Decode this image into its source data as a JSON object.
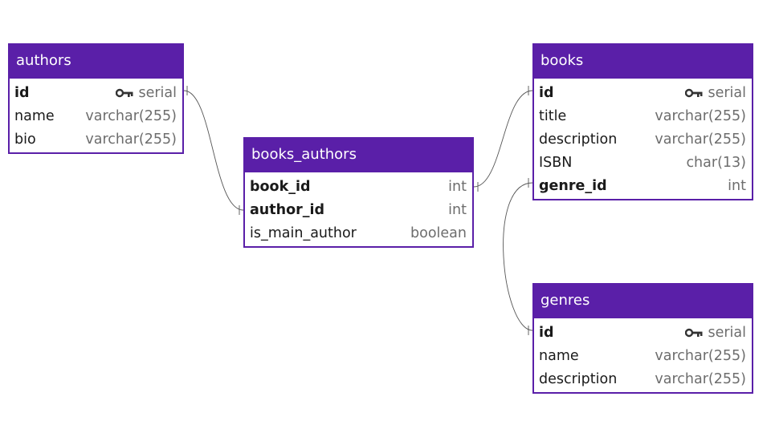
{
  "tables": {
    "authors": {
      "title": "authors",
      "rows": [
        {
          "name": "id",
          "type": "serial"
        },
        {
          "name": "name",
          "type": "varchar(255)"
        },
        {
          "name": "bio",
          "type": "varchar(255)"
        }
      ]
    },
    "books_authors": {
      "title": "books_authors",
      "rows": [
        {
          "name": "book_id",
          "type": "int"
        },
        {
          "name": "author_id",
          "type": "int"
        },
        {
          "name": "is_main_author",
          "type": "boolean"
        }
      ]
    },
    "books": {
      "title": "books",
      "rows": [
        {
          "name": "id",
          "type": "serial"
        },
        {
          "name": "title",
          "type": "varchar(255)"
        },
        {
          "name": "description",
          "type": "varchar(255)"
        },
        {
          "name": "ISBN",
          "type": "char(13)"
        },
        {
          "name": "genre_id",
          "type": "int"
        }
      ]
    },
    "genres": {
      "title": "genres",
      "rows": [
        {
          "name": "id",
          "type": "serial"
        },
        {
          "name": "name",
          "type": "varchar(255)"
        },
        {
          "name": "description",
          "type": "varchar(255)"
        }
      ]
    }
  },
  "colors": {
    "header": "#5a1fa8",
    "border": "#5a1fa8",
    "type_text": "#6d6d6d",
    "connector": "#555555"
  },
  "icons": {
    "primary_key": "key-icon"
  }
}
